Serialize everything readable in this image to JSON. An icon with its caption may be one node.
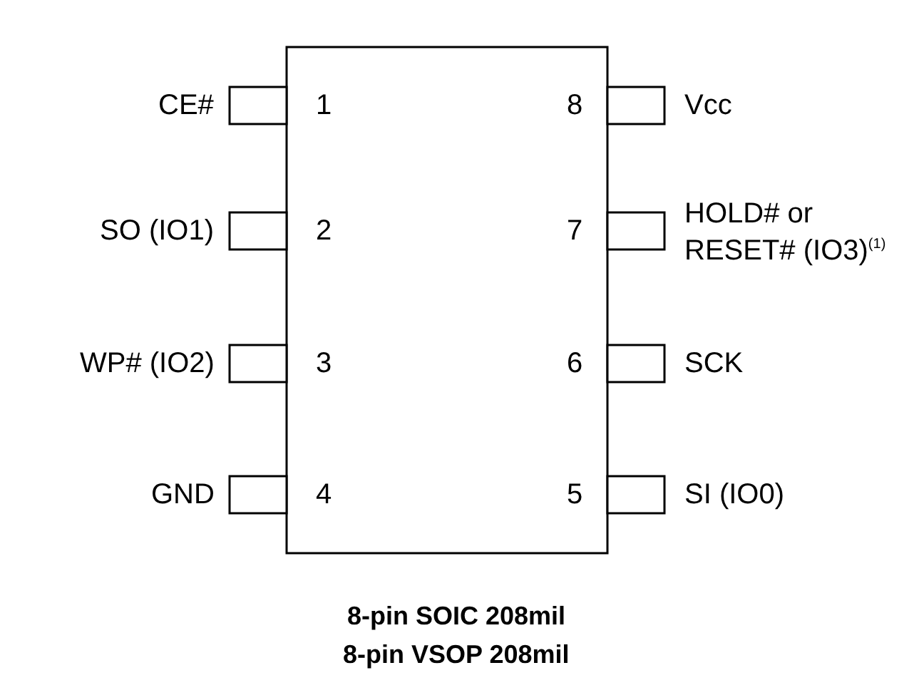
{
  "diagram": {
    "labels": [
      "CE#",
      "1",
      "8",
      "Vcc",
      "SO (IO1)",
      "2",
      "7",
      "HOLD# or RESET# (IO3)$^{(1)}$",
      "WP# (IO2)",
      "3",
      "6",
      "SCK",
      "GND",
      "4",
      "5",
      "SI (IO0)",
      "8-pin SOIC 208mil",
      "8-pin VSOP 208mil"
    ]
  }
}
